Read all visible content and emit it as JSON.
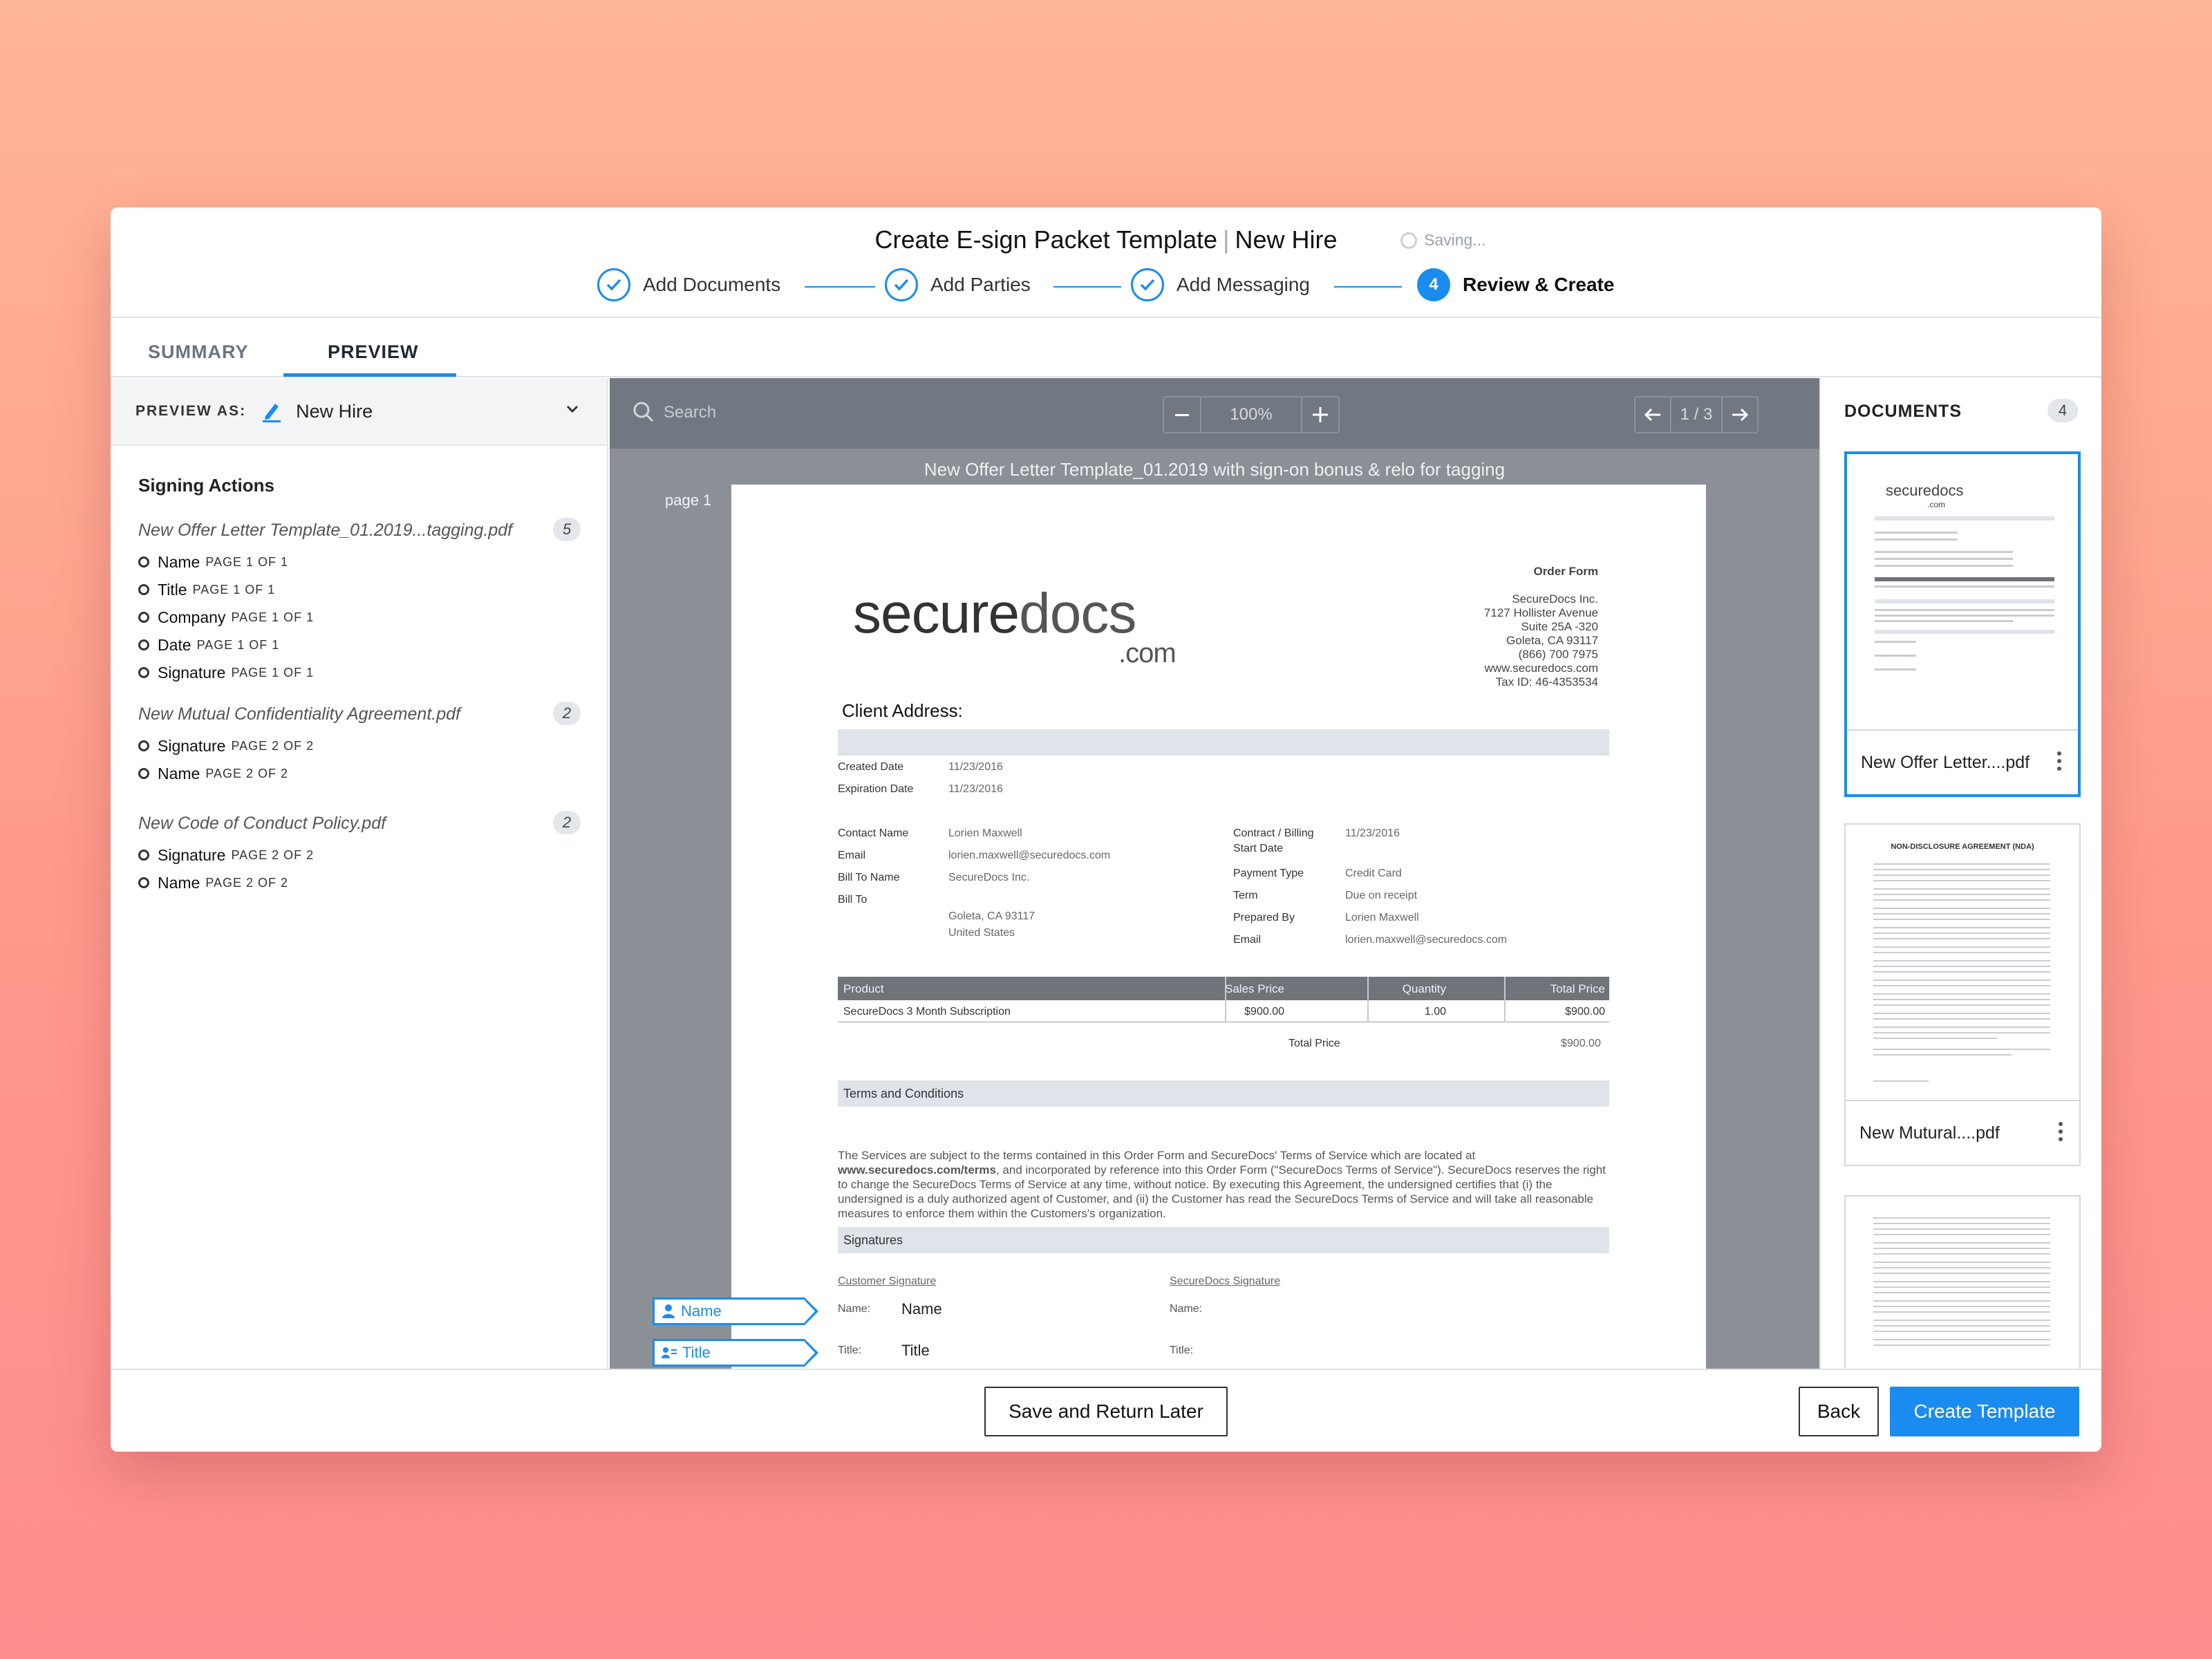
{
  "header": {
    "title": "Create E-sign Packet Template",
    "separator": "|",
    "subtitle": "New Hire",
    "saving": "Saving...",
    "steps": [
      {
        "label": "Add Documents"
      },
      {
        "label": "Add Parties"
      },
      {
        "label": "Add Messaging"
      },
      {
        "number": "4",
        "label": "Review & Create"
      }
    ]
  },
  "tabs": [
    {
      "label": "SUMMARY"
    },
    {
      "label": "PREVIEW"
    }
  ],
  "left": {
    "preview_as_label": "PREVIEW AS:",
    "preview_as_value": "New Hire",
    "signing_actions_title": "Signing Actions",
    "groups": [
      {
        "doc": "New Offer Letter Template_01.2019...tagging.pdf",
        "count": "5",
        "actions": [
          {
            "name": "Name",
            "page": "PAGE 1 OF 1"
          },
          {
            "name": "Title",
            "page": "PAGE 1 OF 1"
          },
          {
            "name": "Company",
            "page": "PAGE 1 OF 1"
          },
          {
            "name": "Date",
            "page": "PAGE 1 OF 1"
          },
          {
            "name": "Signature",
            "page": "PAGE 1 OF 1"
          }
        ]
      },
      {
        "doc": "New Mutual Confidentiality Agreement.pdf",
        "count": "2",
        "actions": [
          {
            "name": "Signature",
            "page": "PAGE 2 OF 2"
          },
          {
            "name": "Name",
            "page": "PAGE 2 OF 2"
          }
        ]
      },
      {
        "doc": "New Code of Conduct Policy.pdf",
        "count": "2",
        "actions": [
          {
            "name": "Signature",
            "page": "PAGE 2 OF 2"
          },
          {
            "name": "Name",
            "page": "PAGE 2 OF 2"
          }
        ]
      }
    ]
  },
  "viewer": {
    "search_placeholder": "Search",
    "zoom": "100%",
    "pager": "1 / 3",
    "doc_title": "New Offer Letter Template_01.2019 with sign-on bonus & relo for tagging",
    "page_label": "page 1"
  },
  "paper": {
    "logo_main": "secure",
    "logo_accent": "docs",
    "logo_sub": ".com",
    "order_form_title": "Order Form",
    "company_lines": [
      "SecureDocs Inc.",
      "7127 Hollister Avenue",
      "Suite 25A -320",
      "Goleta, CA 93117",
      "(866) 700 7975",
      "www.securedocs.com",
      "Tax ID: 46-4353534"
    ],
    "client_address": "Client Address:",
    "created_date_k": "Created Date",
    "created_date_v": "11/23/2016",
    "expiration_date_k": "Expiration Date",
    "expiration_date_v": "11/23/2016",
    "contact_name_k": "Contact Name",
    "contact_name_v": "Lorien Maxwell",
    "email_k": "Email",
    "email_v": "lorien.maxwell@securedocs.com",
    "bill_to_name_k": "Bill To Name",
    "bill_to_name_v": "SecureDocs Inc.",
    "bill_to_k": "Bill To",
    "bill_to_v1": "Goleta, CA 93117",
    "bill_to_v2": "United States",
    "contract_k1": "Contract / Billing",
    "contract_k2": "Start Date",
    "contract_v": "11/23/2016",
    "payment_type_k": "Payment Type",
    "payment_type_v": "Credit Card",
    "term_k": "Term",
    "term_v": "Due on receipt",
    "prepared_by_k": "Prepared By",
    "prepared_by_v": "Lorien Maxwell",
    "email2_k": "Email",
    "email2_v": "lorien.maxwell@securedocs.com",
    "table": {
      "headers": [
        "Product",
        "Sales Price",
        "Quantity",
        "Total Price"
      ],
      "row": [
        "SecureDocs 3 Month Subscription",
        "$900.00",
        "1.00",
        "$900.00"
      ],
      "total_label": "Total Price",
      "total_value": "$900.00"
    },
    "terms_title": "Terms and Conditions",
    "terms_text_1": "The Services are subject to the terms contained in this Order Form and SecureDocs' Terms of Service which are located at",
    "terms_link": "www.securedocs.com/terms",
    "terms_text_2": ", and incorporated by reference into this Order Form (\"SecureDocs Terms of Service\"). SecureDocs reserves the right to change the SecureDocs Terms of Service at any time, without notice. By executing this Agreement, the undersigned certifies that (i) the undersigned is a duly authorized agent of Customer, and (ii) the Customer has read the SecureDocs Terms of Service and will take all reasonable measures to enforce them within the Customers's organization.",
    "signatures_title": "Signatures",
    "customer_signature": "Customer Signature",
    "securedocs_signature": "SecureDocs Signature",
    "name_k": "Name:",
    "name_v": "Name",
    "title_k": "Title:",
    "title_v": "Title",
    "tag_name": "Name",
    "tag_title": "Title"
  },
  "right": {
    "title": "DOCUMENTS",
    "count": "4",
    "docs": [
      {
        "name": "New Offer Letter....pdf",
        "logo": "securedocs",
        "logo_sub": ".com"
      },
      {
        "name": "New Mutural....pdf",
        "heading": "NON-DISCLOSURE AGREEMENT (NDA)"
      },
      {
        "name": ""
      }
    ]
  },
  "footer": {
    "save_later": "Save and Return Later",
    "back": "Back",
    "create": "Create Template"
  },
  "colors": {
    "accent": "#1a8cf0",
    "viewer_bg": "#8b9097",
    "toolbar_bg": "#727881"
  }
}
